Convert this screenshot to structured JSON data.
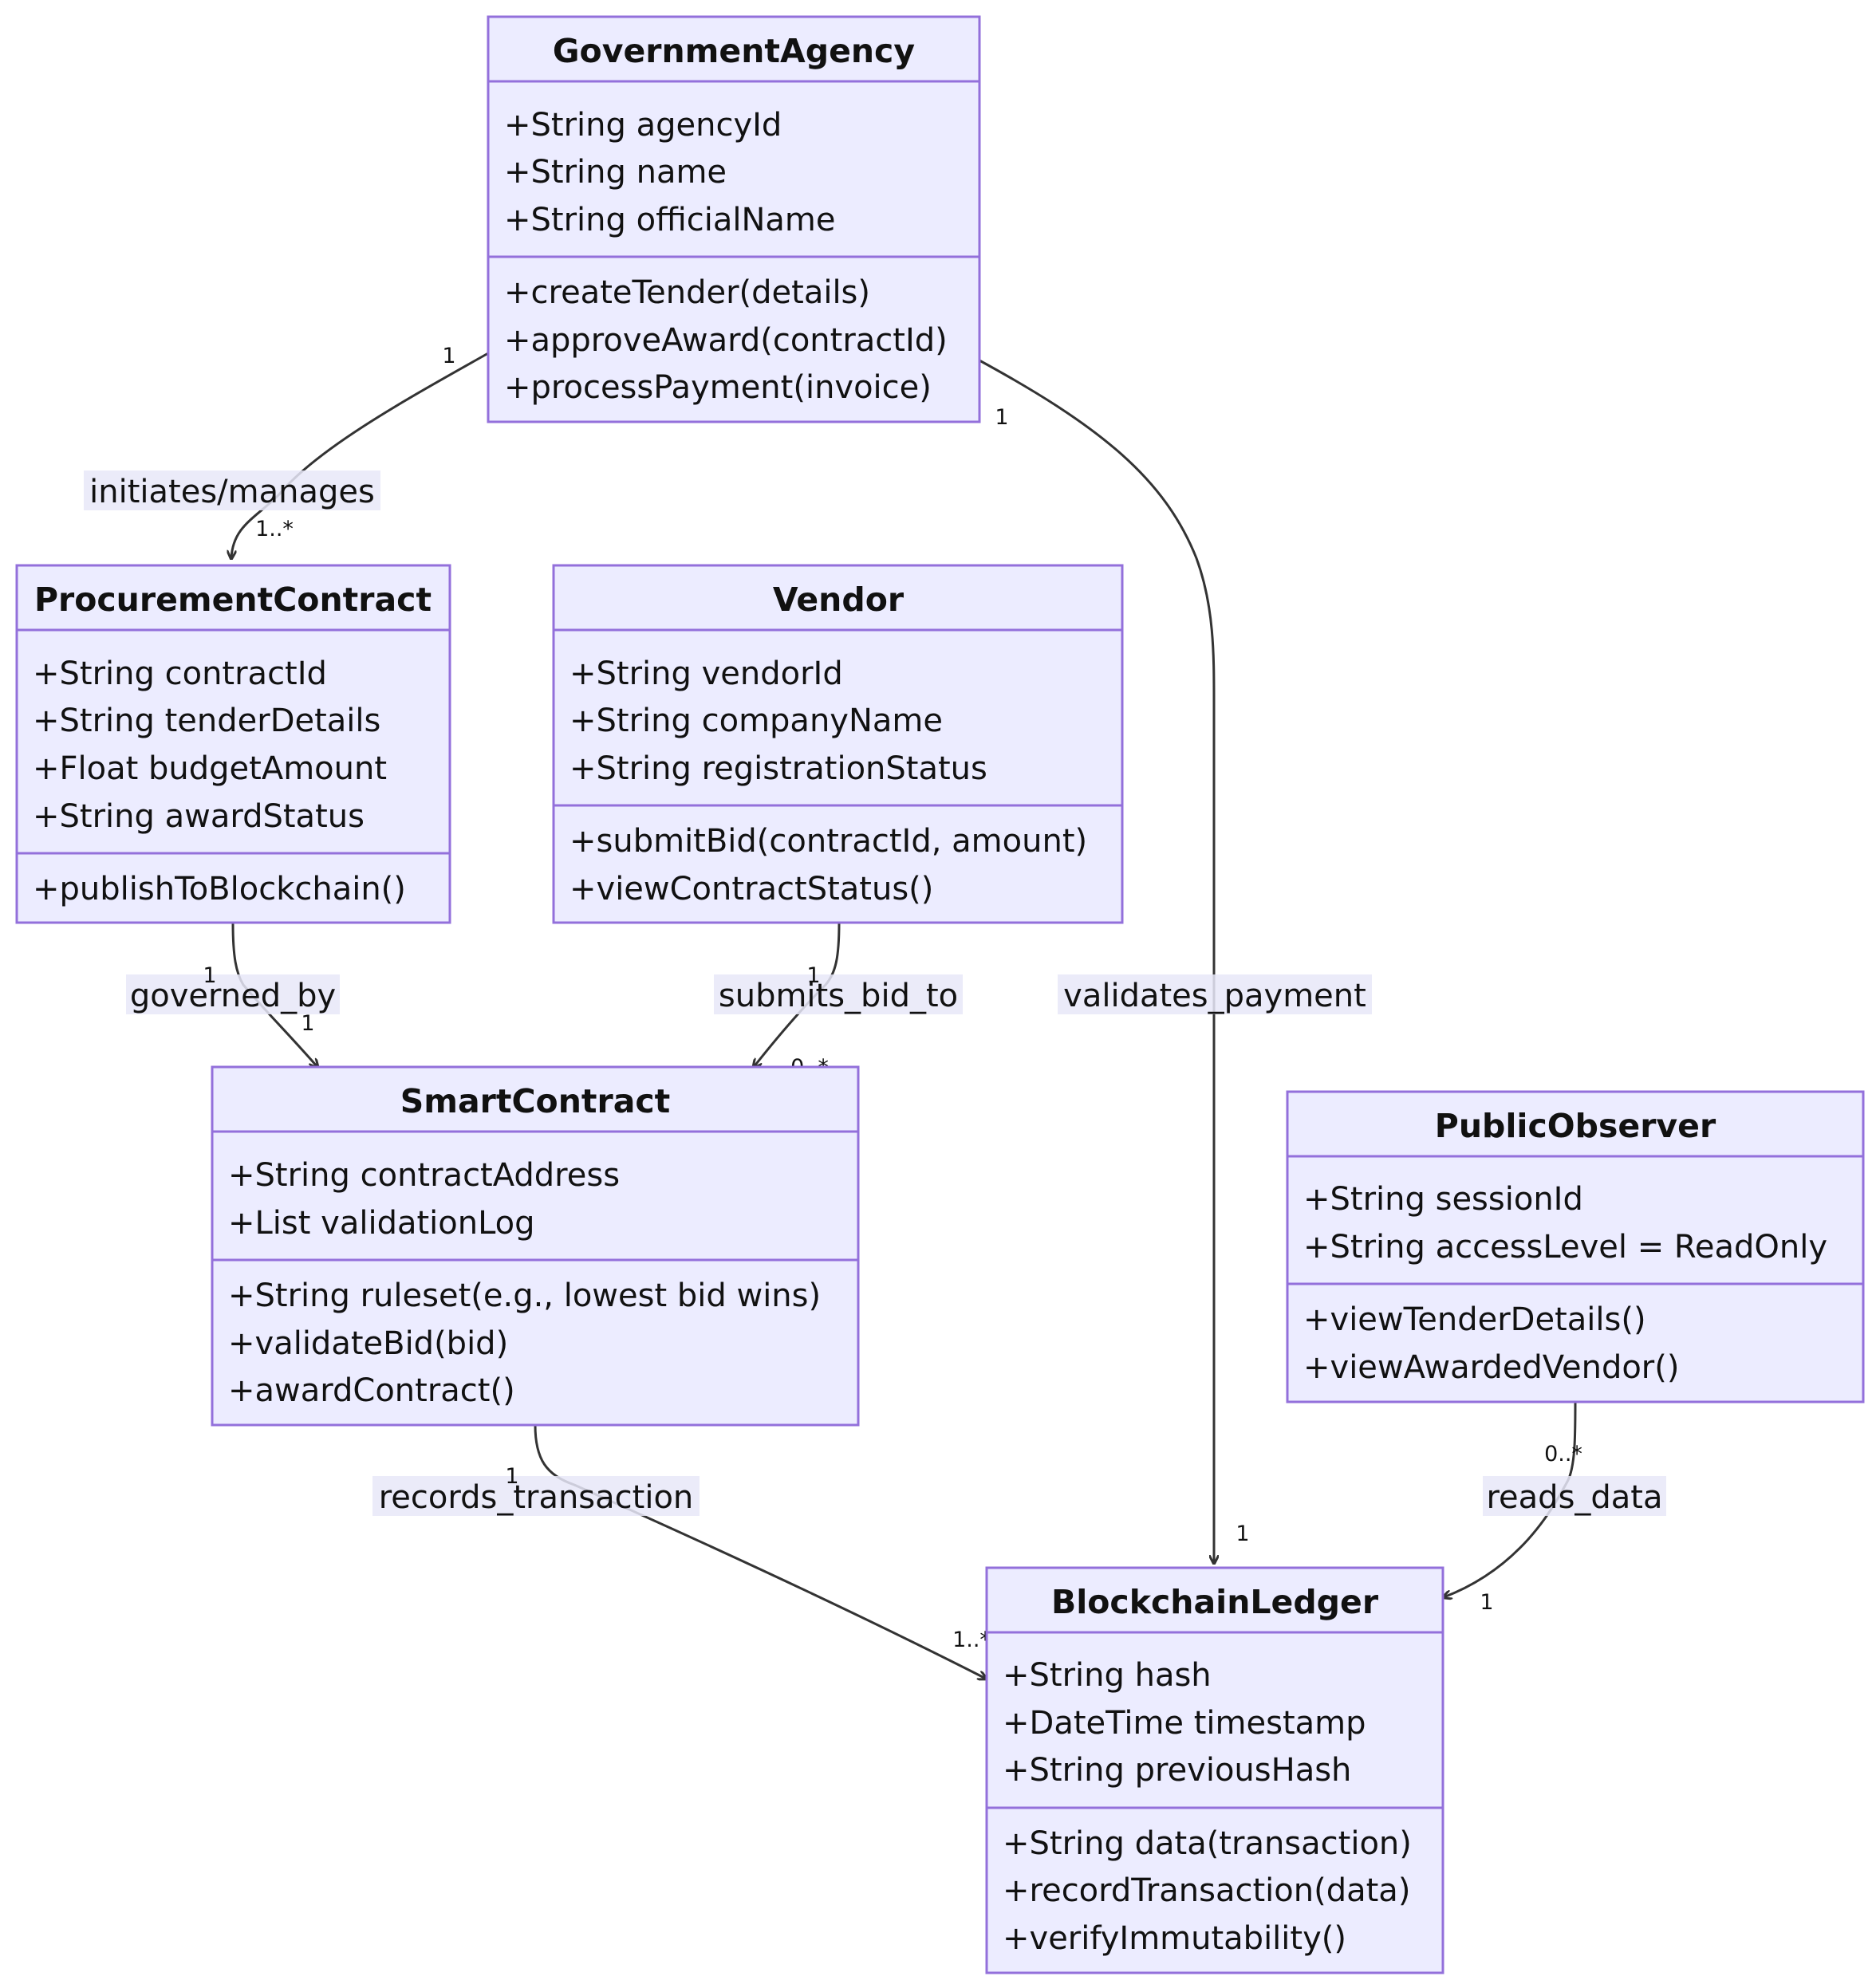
{
  "colors": {
    "box_fill": "#ECECFF",
    "box_stroke": "#9370DB",
    "edge": "#333333",
    "label_bg": "#E8E8F8",
    "text": "#111111"
  },
  "classes": {
    "government_agency": {
      "name": "GovernmentAgency",
      "attributes": [
        "+String agencyId",
        "+String name",
        "+String officialName"
      ],
      "methods": [
        "+createTender(details)",
        "+approveAward(contractId)",
        "+processPayment(invoice)"
      ]
    },
    "procurement_contract": {
      "name": "ProcurementContract",
      "attributes": [
        "+String contractId",
        "+String tenderDetails",
        "+Float budgetAmount",
        "+String awardStatus"
      ],
      "methods": [
        "+publishToBlockchain()"
      ]
    },
    "vendor": {
      "name": "Vendor",
      "attributes": [
        "+String vendorId",
        "+String companyName",
        "+String registrationStatus"
      ],
      "methods": [
        "+submitBid(contractId, amount)",
        "+viewContractStatus()"
      ]
    },
    "smart_contract": {
      "name": "SmartContract",
      "attributes": [
        "+String contractAddress",
        "+List validationLog"
      ],
      "methods": [
        "+String ruleset(e.g., lowest bid wins)",
        "+validateBid(bid)",
        "+awardContract()"
      ]
    },
    "public_observer": {
      "name": "PublicObserver",
      "attributes": [
        "+String sessionId",
        "+String accessLevel = ReadOnly"
      ],
      "methods": [
        "+viewTenderDetails()",
        "+viewAwardedVendor()"
      ]
    },
    "blockchain_ledger": {
      "name": "BlockchainLedger",
      "attributes": [
        "+String hash",
        "+DateTime timestamp",
        "+String previousHash"
      ],
      "methods": [
        "+String data(transaction)",
        "+recordTransaction(data)",
        "+verifyImmutability()"
      ]
    }
  },
  "relations": {
    "initiates": {
      "label": "initiates/manages",
      "from_card": "1",
      "to_card": "1..*"
    },
    "validates": {
      "label": "validates_payment",
      "from_card": "1",
      "to_card": "1"
    },
    "governed": {
      "label": "governed_by",
      "from_card": "1",
      "to_card": "1"
    },
    "submits": {
      "label": "submits_bid_to",
      "from_card": "1",
      "to_card": "0..*"
    },
    "records": {
      "label": "records_transaction",
      "from_card": "1",
      "to_card": "1..*"
    },
    "reads": {
      "label": "reads_data",
      "from_card": "0..*",
      "to_card": "1"
    }
  }
}
